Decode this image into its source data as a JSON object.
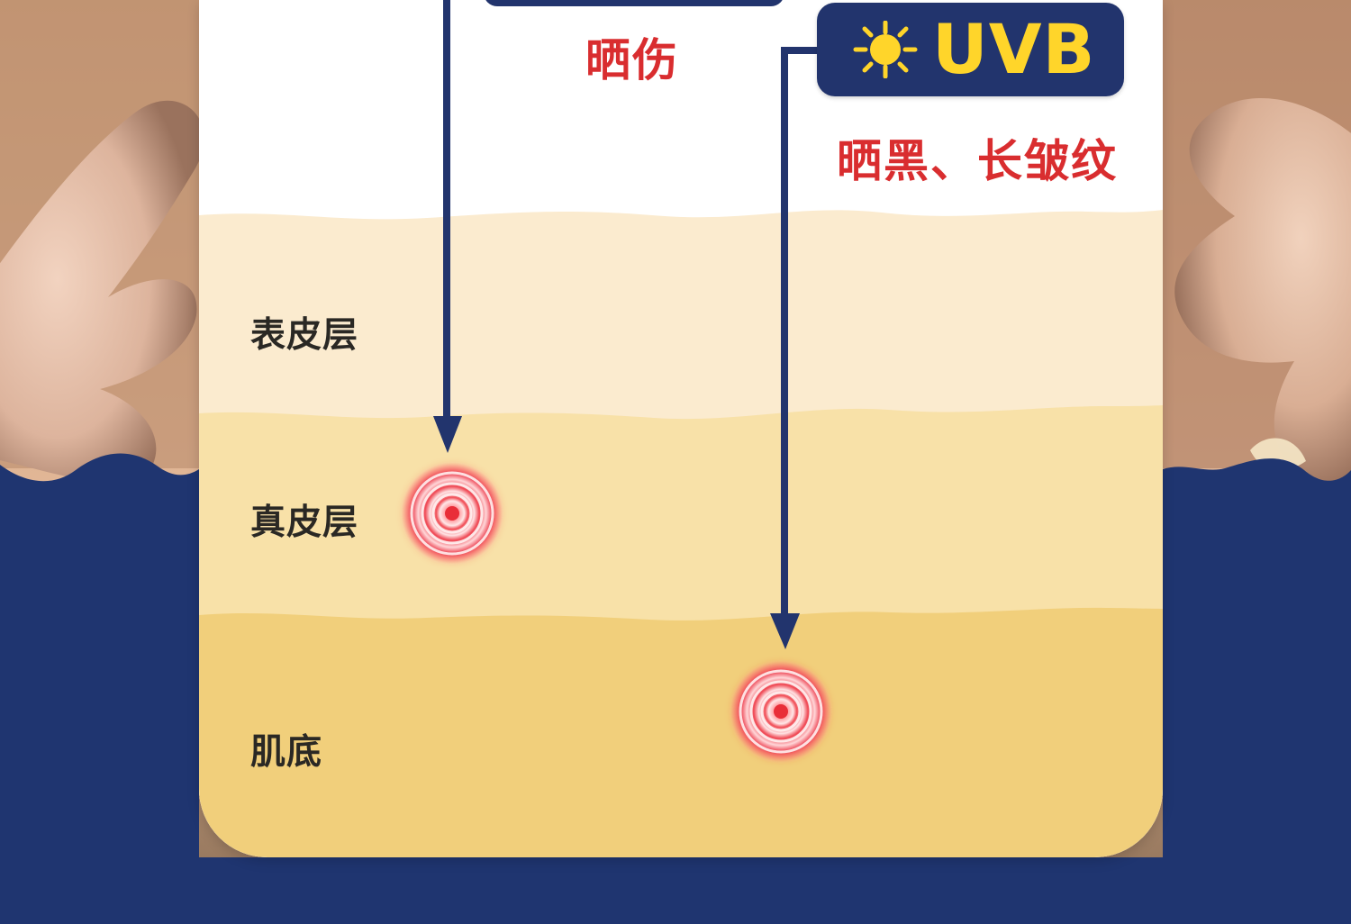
{
  "diagram": {
    "layers": [
      {
        "id": "epidermis",
        "label": "表皮层"
      },
      {
        "id": "dermis",
        "label": "真皮层"
      },
      {
        "id": "base",
        "label": "肌底"
      }
    ],
    "uva_effect": "晒伤",
    "uvb": {
      "badge_label": "UVB",
      "effect": "晒黑、长皱纹"
    }
  },
  "colors": {
    "navy": "#22346d",
    "background_navy": "#1f3570",
    "red": "#d92d2f",
    "uvb_yellow": "#ffd52a",
    "epidermis": "#fbebcf",
    "dermis": "#f8e1a8",
    "base": "#f1cf7b",
    "hot_spot": "#f0444f"
  },
  "icons": {
    "uvb_icon": "sun-icon",
    "impact_marker": "concentric-target-icon"
  }
}
